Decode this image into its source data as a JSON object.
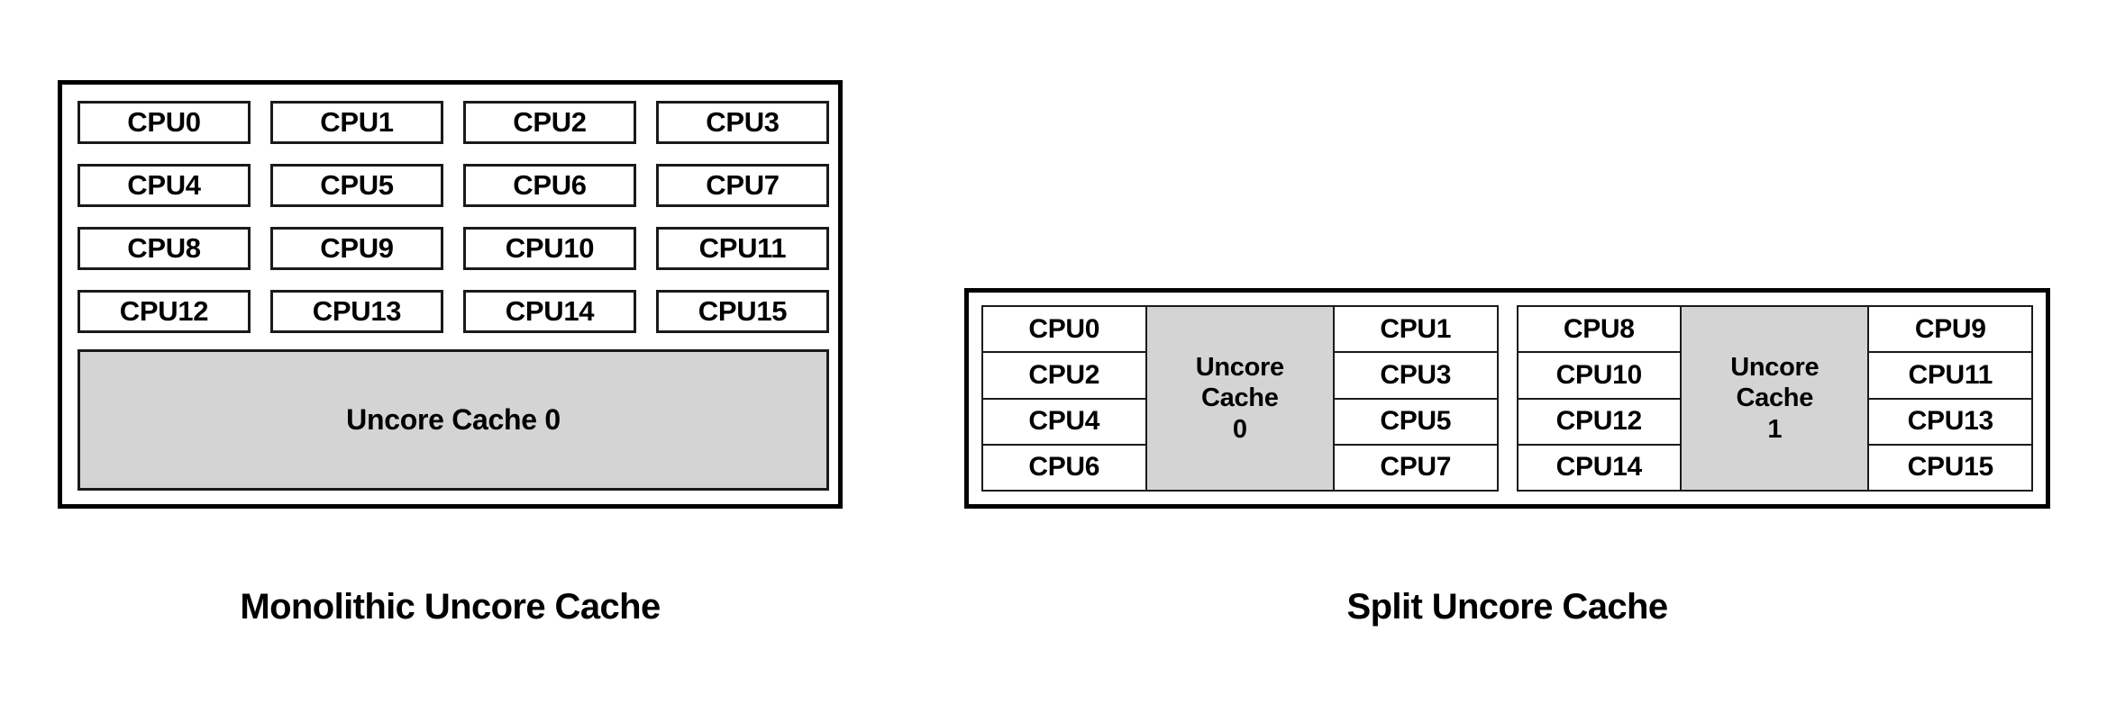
{
  "colors": {
    "cache_fill": "#d4d4d4",
    "cell_fill": "#ffffff",
    "border": "#1a1a1a",
    "outer_border": "#000000",
    "text": "#000000",
    "background": "#ffffff"
  },
  "monolithic": {
    "caption": "Monolithic Uncore Cache",
    "cpus": [
      "CPU0",
      "CPU1",
      "CPU2",
      "CPU3",
      "CPU4",
      "CPU5",
      "CPU6",
      "CPU7",
      "CPU8",
      "CPU9",
      "CPU10",
      "CPU11",
      "CPU12",
      "CPU13",
      "CPU14",
      "CPU15"
    ],
    "uncore_cache": "Uncore Cache 0"
  },
  "split": {
    "caption": "Split Uncore Cache",
    "groups": [
      {
        "left_cpus": [
          "CPU0",
          "CPU2",
          "CPU4",
          "CPU6"
        ],
        "cache": {
          "line1": "Uncore",
          "line2": "Cache",
          "line3": "0"
        },
        "right_cpus": [
          "CPU1",
          "CPU3",
          "CPU5",
          "CPU7"
        ]
      },
      {
        "left_cpus": [
          "CPU8",
          "CPU10",
          "CPU12",
          "CPU14"
        ],
        "cache": {
          "line1": "Uncore",
          "line2": "Cache",
          "line3": "1"
        },
        "right_cpus": [
          "CPU9",
          "CPU11",
          "CPU13",
          "CPU15"
        ]
      }
    ]
  }
}
